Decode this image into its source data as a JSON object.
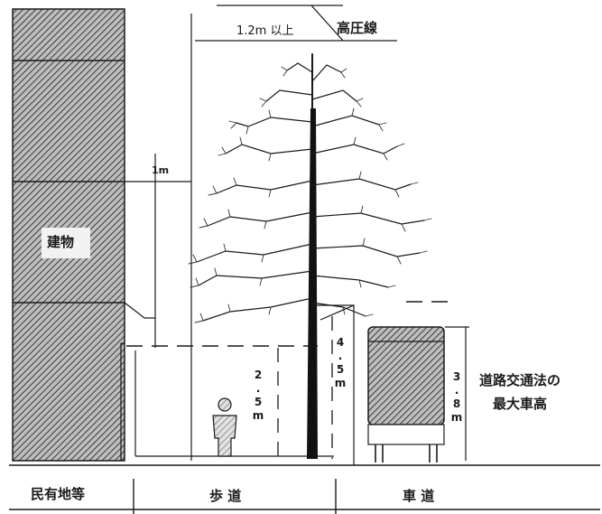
{
  "labels": {
    "clearance": "1.2m 以上",
    "power_line": "高圧線",
    "offset": "1m",
    "building": "建物",
    "sidewalk_height": "2.5m",
    "tree_height": "4.5m",
    "vehicle_height": "3.8m",
    "traffic_law_line1": "道路交通法の",
    "traffic_law_line2": "最大車高",
    "zone_private": "民有地等",
    "zone_sidewalk": "歩 道",
    "zone_roadway": "車 道"
  },
  "colors": {
    "ink": "#1a1a1a",
    "hatch_dark": "#3a3a3a",
    "hatch_light": "#9a9a9a",
    "background": "#ffffff"
  },
  "icons": {
    "person": "standing-person-icon",
    "tree": "tree-icon",
    "truck": "truck-icon"
  }
}
